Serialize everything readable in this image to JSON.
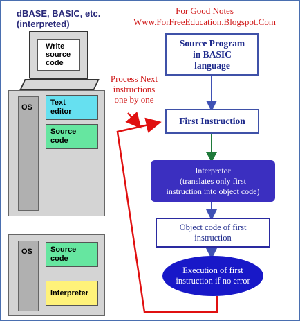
{
  "heading": {
    "line1": "dBASE, BASIC, etc.",
    "line2": "(interpreted)"
  },
  "notes": {
    "line1": "For Good Notes",
    "line2": "Www.ForFreeEducation.Blogspot.Com"
  },
  "computer": {
    "screen_line1": "Write",
    "screen_line2": "source",
    "screen_line3": "code"
  },
  "upper_machine": {
    "os_label": "OS",
    "tiles": [
      {
        "line1": "Text",
        "line2": "editor",
        "color": "#66e0f0"
      },
      {
        "line1": "Source",
        "line2": "code",
        "color": "#66e6a0"
      }
    ]
  },
  "lower_machine": {
    "os_label": "OS",
    "tiles": [
      {
        "line1": "Source",
        "line2": "code",
        "color": "#66e6a0"
      },
      {
        "line1": "Interpreter",
        "line2": "",
        "color": "#fff27a"
      }
    ]
  },
  "process_note": {
    "line1": "Process Next",
    "line2": "instructions",
    "line3": "one by one"
  },
  "flow": {
    "source_program": {
      "line1": "Source Program",
      "line2": "in BASIC",
      "line3": "language"
    },
    "first_instruction": "First Instruction",
    "interpretor": {
      "line1": "Interpretor",
      "line2": "(translates only first",
      "line3": "instruction into object code)"
    },
    "object_code": {
      "line1": "Object code of first",
      "line2": "instruction"
    },
    "execution": {
      "line1": "Execution of first",
      "line2": "instruction if no error"
    }
  },
  "colors": {
    "flow_arrow": "#3f51b5",
    "green_arrow": "#1f7a3a",
    "loop_arrow": "#e01010",
    "heading": "#2a2a7a"
  }
}
